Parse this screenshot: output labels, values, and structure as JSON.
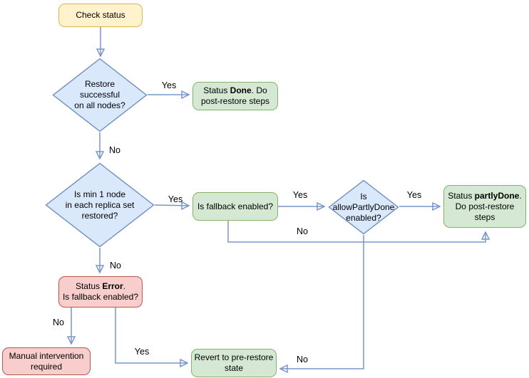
{
  "nodes": {
    "check_status": {
      "label": "Check status"
    },
    "restore_successful": {
      "l1": "Restore",
      "l2": "successful",
      "l3": "on all nodes?"
    },
    "status_done": {
      "p1": "Status ",
      "b": "Done",
      "p2": ". Do",
      "l2": "post-restore steps"
    },
    "min_one_node": {
      "l1": "Is min 1 node",
      "l2": "in each replica set",
      "l3": "restored?"
    },
    "fallback_enabled": {
      "label": "Is fallback enabled?"
    },
    "allow_partly_done": {
      "l1": "Is",
      "l2": "allowPartlyDone",
      "l3": "enabled?"
    },
    "status_partly_done": {
      "p1": "Status ",
      "b": "partlyDone",
      "p2": ".",
      "l2": "Do post-restore",
      "l3": "steps"
    },
    "status_error": {
      "p1": "Status ",
      "b": "Error",
      "p2": ".",
      "l2": "Is fallback enabled?"
    },
    "manual_intervention": {
      "l1": "Manual intervention",
      "l2": "required"
    },
    "revert": {
      "l1": "Revert to pre-restore",
      "l2": "state"
    }
  },
  "labels": {
    "yes": "Yes",
    "no": "No"
  },
  "colors": {
    "start_fill": "#FFF2CC",
    "start_border": "#D6B656",
    "decision_fill": "#DAE8FC",
    "decision_border": "#6C8EBF",
    "action_fill": "#D5E8D4",
    "action_border": "#82B366",
    "error_fill": "#F8CECC",
    "error_border": "#B85450",
    "connector": "#7A96C9",
    "text": "#000000"
  }
}
